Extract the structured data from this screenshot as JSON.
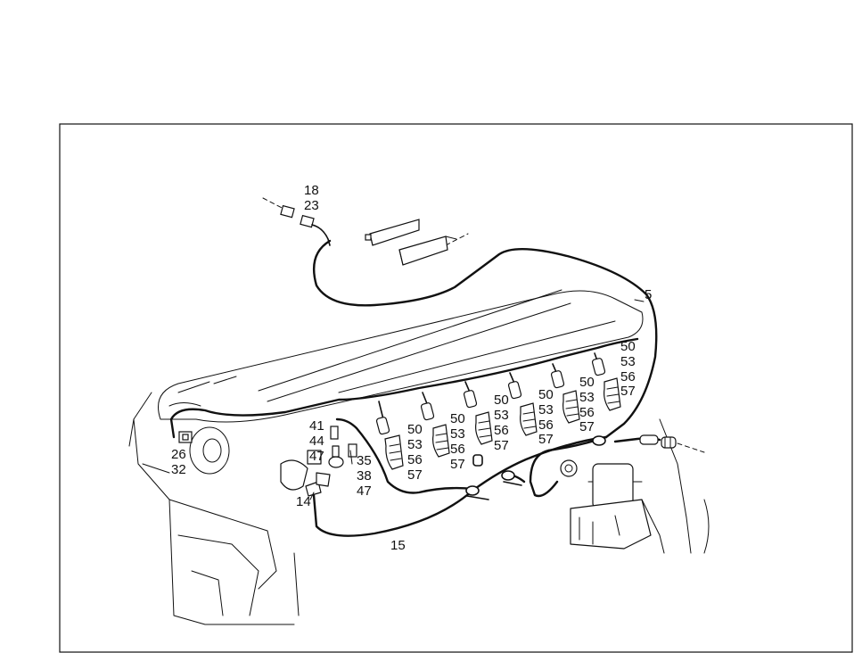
{
  "diagram": {
    "callouts": {
      "c18": "18",
      "c23": "23",
      "c5": "5",
      "c26": "26",
      "c32": "32",
      "c41": "41",
      "c44": "44",
      "c47a": "47",
      "c35": "35",
      "c38": "38",
      "c47b": "47",
      "c14": "14",
      "c15": "15",
      "inj": [
        "50",
        "53",
        "56",
        "57"
      ]
    },
    "colors": {
      "line": "#111111",
      "background": "#ffffff"
    }
  }
}
